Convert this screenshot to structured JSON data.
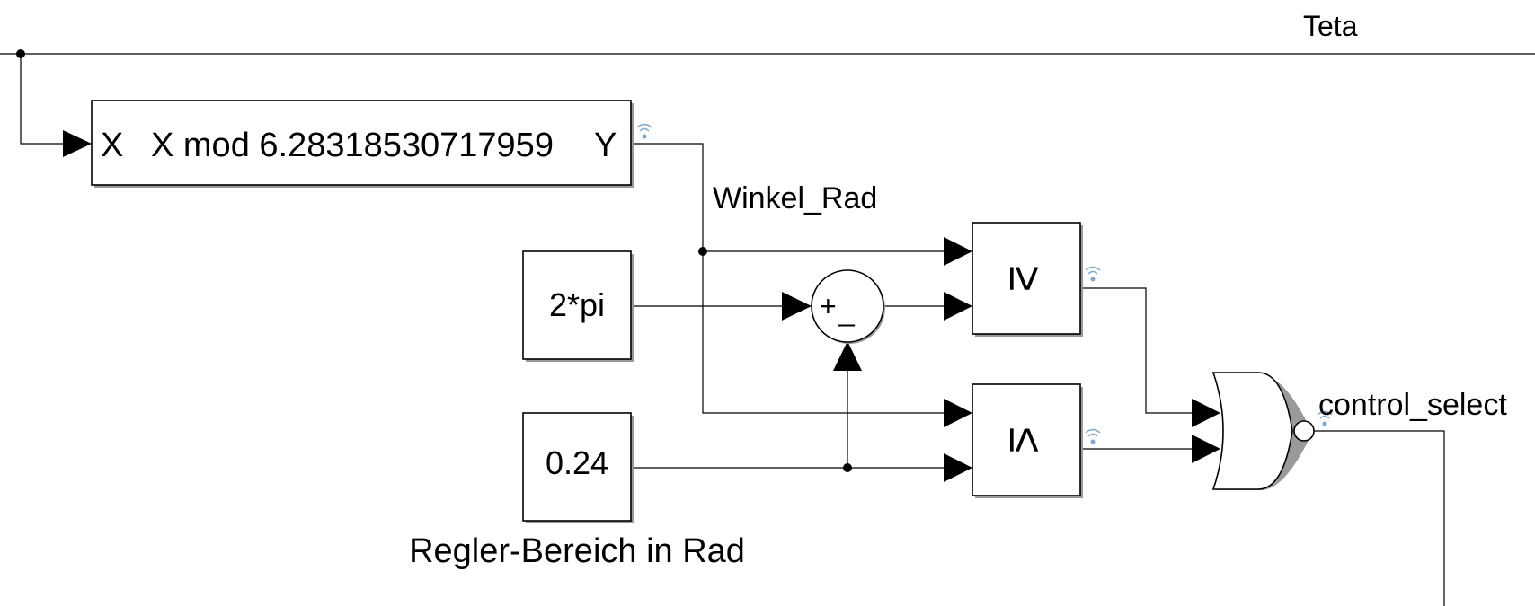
{
  "signals": {
    "teta": "Teta",
    "winkel_rad": "Winkel_Rad",
    "control_select": "control_select"
  },
  "blocks": {
    "mod": {
      "in_port": "X",
      "expr": "X mod 6.28318530717959",
      "out_port": "Y"
    },
    "const_2pi": "2*pi",
    "const_024": "0.24",
    "const_024_caption": "Regler-Bereich in Rad",
    "sum": {
      "plus": "+",
      "minus": "_"
    },
    "ge_operator": "≥",
    "le_operator": "≤"
  },
  "icons": {
    "junction": "dot",
    "arrowhead": "filled-triangle",
    "signal_logging": "wifi-signal-icon",
    "nor_gate": "nor-gate"
  }
}
